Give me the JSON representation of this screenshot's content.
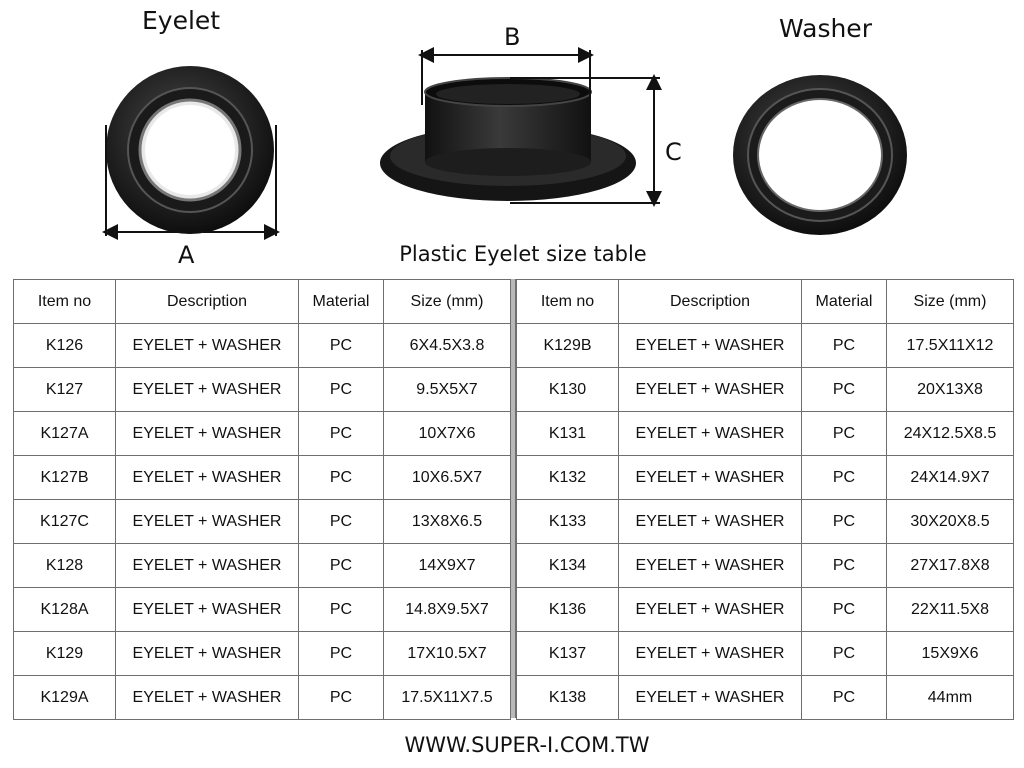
{
  "labels": {
    "eyelet": "Eyelet",
    "washer": "Washer",
    "dim_a": "A",
    "dim_b": "B",
    "dim_c": "C"
  },
  "table_title": "Plastic Eyelet size table",
  "table": {
    "headers": [
      "Item no",
      "Description",
      "Material",
      "Size (mm)"
    ],
    "left_rows": [
      [
        "K126",
        "EYELET + WASHER",
        "PC",
        "6X4.5X3.8"
      ],
      [
        "K127",
        "EYELET + WASHER",
        "PC",
        "9.5X5X7"
      ],
      [
        "K127A",
        "EYELET + WASHER",
        "PC",
        "10X7X6"
      ],
      [
        "K127B",
        "EYELET + WASHER",
        "PC",
        "10X6.5X7"
      ],
      [
        "K127C",
        "EYELET + WASHER",
        "PC",
        "13X8X6.5"
      ],
      [
        "K128",
        "EYELET + WASHER",
        "PC",
        "14X9X7"
      ],
      [
        "K128A",
        "EYELET + WASHER",
        "PC",
        "14.8X9.5X7"
      ],
      [
        "K129",
        "EYELET + WASHER",
        "PC",
        "17X10.5X7"
      ],
      [
        "K129A",
        "EYELET + WASHER",
        "PC",
        "17.5X11X7.5"
      ]
    ],
    "right_rows": [
      [
        "K129B",
        "EYELET + WASHER",
        "PC",
        "17.5X11X12"
      ],
      [
        "K130",
        "EYELET + WASHER",
        "PC",
        "20X13X8"
      ],
      [
        "K131",
        "EYELET + WASHER",
        "PC",
        "24X12.5X8.5"
      ],
      [
        "K132",
        "EYELET + WASHER",
        "PC",
        "24X14.9X7"
      ],
      [
        "K133",
        "EYELET + WASHER",
        "PC",
        "30X20X8.5"
      ],
      [
        "K134",
        "EYELET + WASHER",
        "PC",
        "27X17.8X8"
      ],
      [
        "K136",
        "EYELET + WASHER",
        "PC",
        "22X11.5X8"
      ],
      [
        "K137",
        "EYELET + WASHER",
        "PC",
        "15X9X6"
      ],
      [
        "K138",
        "EYELET + WASHER",
        "PC",
        "44mm"
      ]
    ]
  },
  "footer": "WWW.SUPER-I.COM.TW"
}
